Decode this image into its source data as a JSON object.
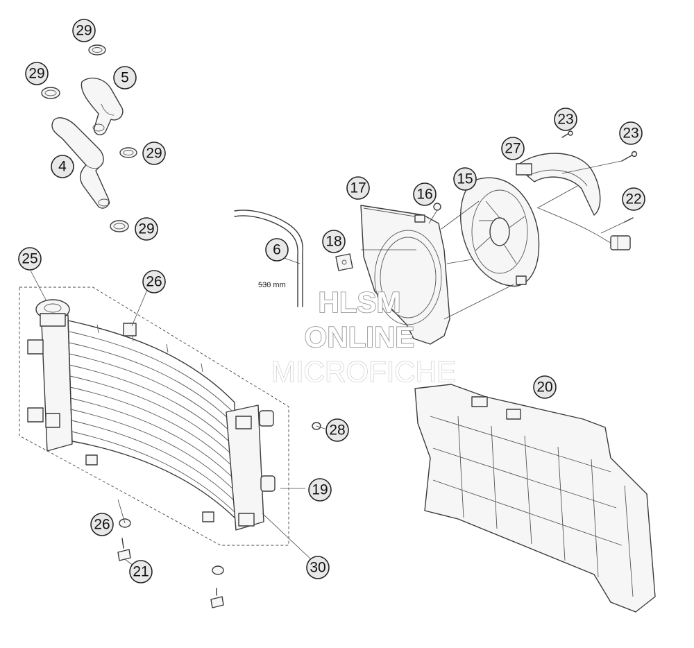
{
  "callouts": [
    {
      "id": "c29a",
      "label": "29"
    },
    {
      "id": "c29b",
      "label": "29"
    },
    {
      "id": "c5",
      "label": "5"
    },
    {
      "id": "c29c",
      "label": "29"
    },
    {
      "id": "c4",
      "label": "4"
    },
    {
      "id": "c29d",
      "label": "29"
    },
    {
      "id": "c6",
      "label": "6"
    },
    {
      "id": "c17",
      "label": "17"
    },
    {
      "id": "c16",
      "label": "16"
    },
    {
      "id": "c15",
      "label": "15"
    },
    {
      "id": "c27",
      "label": "27"
    },
    {
      "id": "c23a",
      "label": "23"
    },
    {
      "id": "c23b",
      "label": "23"
    },
    {
      "id": "c22",
      "label": "22"
    },
    {
      "id": "c18",
      "label": "18"
    },
    {
      "id": "c25",
      "label": "25"
    },
    {
      "id": "c26a",
      "label": "26"
    },
    {
      "id": "c28",
      "label": "28"
    },
    {
      "id": "c19",
      "label": "19"
    },
    {
      "id": "c20",
      "label": "20"
    },
    {
      "id": "c26b",
      "label": "26"
    },
    {
      "id": "c21",
      "label": "21"
    },
    {
      "id": "c30",
      "label": "30"
    }
  ],
  "dimension_label": "530 mm",
  "watermark": {
    "line1": "HLSM",
    "line2": "ONLINE",
    "line3": "MICROFICHE"
  }
}
